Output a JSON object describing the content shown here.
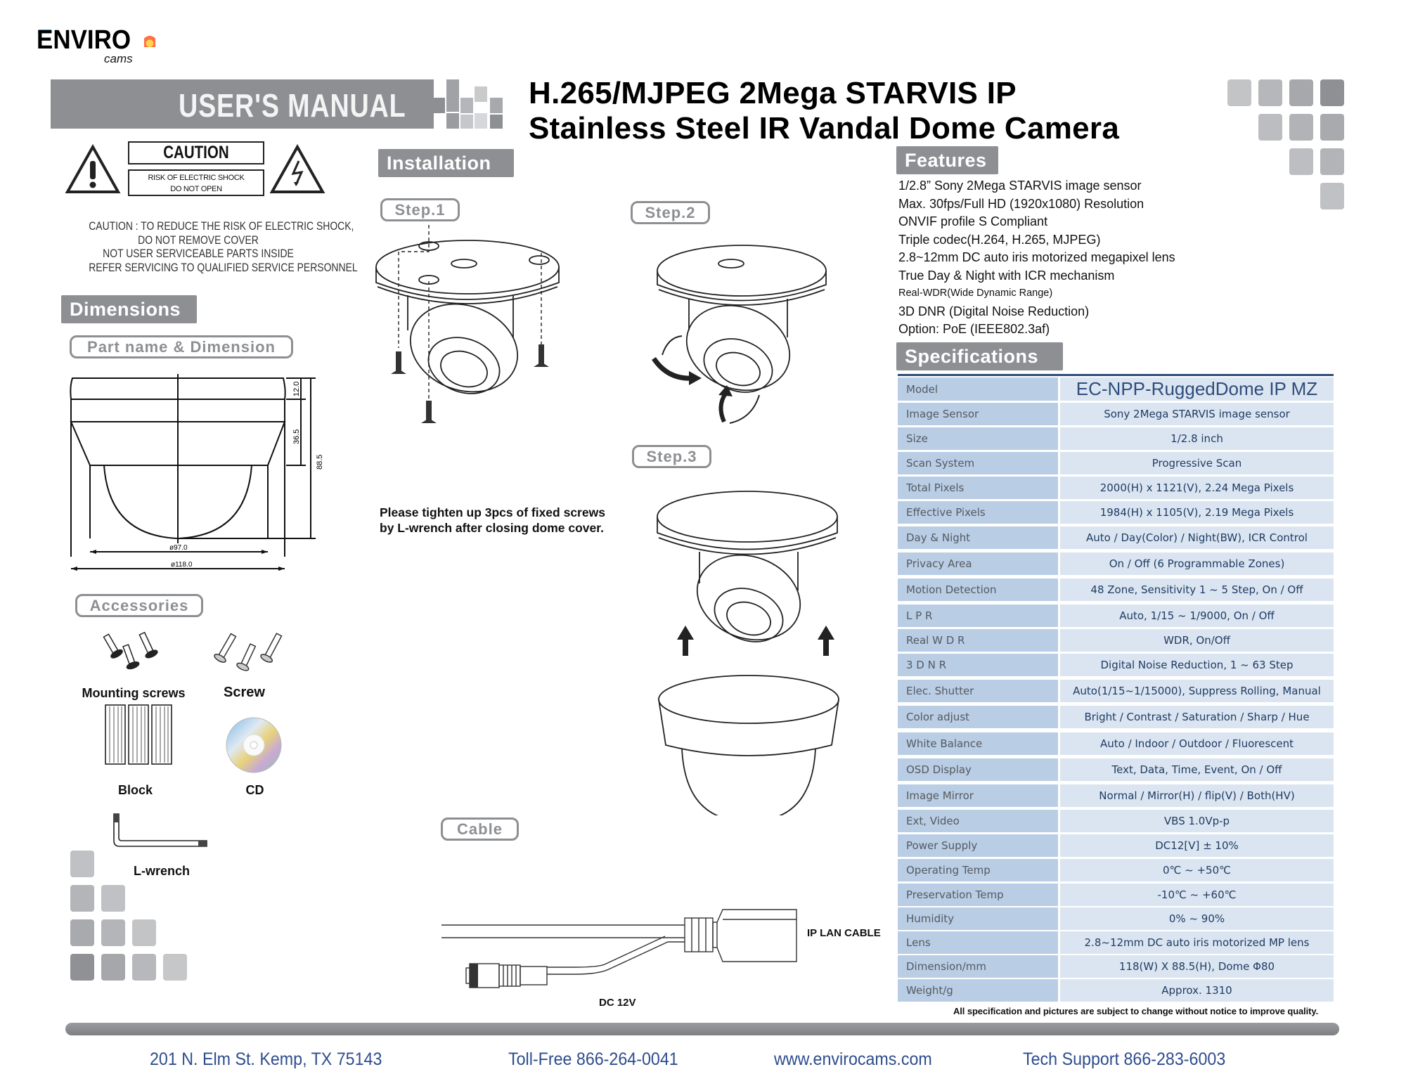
{
  "brand": {
    "logo_main": "ENVIRO",
    "logo_sub": "cams",
    "banner": "USER'S MANUAL",
    "colors": {
      "section_gray": "#8d8f93",
      "spec_key_bg": "#b9cde5",
      "spec_val_bg": "#dbe5f1",
      "spec_val_text": "#1f3b63",
      "footer_text": "#2e4d8e"
    }
  },
  "title": {
    "line1": "H.265/MJPEG 2Mega STARVIS IP",
    "line2": "Stainless Steel IR Vandal Dome Camera"
  },
  "caution": {
    "heading": "CAUTION",
    "risk_line1": "RISK OF ELECTRIC SHOCK",
    "risk_line2": "DO NOT OPEN",
    "text": [
      "CAUTION : TO REDUCE THE RISK OF ELECTRIC SHOCK,",
      "DO NOT REMOVE COVER",
      "NOT USER SERVICEABLE PARTS INSIDE",
      "REFER SERVICING TO QUALIFIED SERVICE PERSONNEL"
    ],
    "icons": [
      "exclamation-warning-icon",
      "electric-shock-warning-icon"
    ]
  },
  "dimensions": {
    "header": "Dimensions",
    "pill": "Part name & Dimension",
    "labels": {
      "h_top": "12.0",
      "h_mid": "36.5",
      "h_total": "88.5",
      "d_inner": "ø97.0",
      "d_outer": "ø118.0"
    }
  },
  "accessories": {
    "pill": "Accessories",
    "items": [
      {
        "label": "Mounting screws",
        "icon": "mounting-screws-icon"
      },
      {
        "label": "Screw",
        "icon": "screw-icon"
      },
      {
        "label": "Block",
        "icon": "block-anchor-icon"
      },
      {
        "label": "CD",
        "icon": "cd-icon"
      },
      {
        "label": "L-wrench",
        "icon": "l-wrench-icon"
      }
    ]
  },
  "installation": {
    "header": "Installation",
    "steps": [
      {
        "label": "Step.1"
      },
      {
        "label": "Step.2"
      },
      {
        "label": "Step.3"
      }
    ],
    "note_line1": "Please tighten up 3pcs of  fixed screws",
    "note_line2": "by L-wrench after closing dome cover."
  },
  "cable": {
    "pill": "Cable",
    "lan_label": "IP LAN CABLE",
    "dc_label": "DC 12V"
  },
  "features": {
    "header": "Features",
    "items": [
      "1/2.8”  Sony 2Mega STARVIS image sensor",
      "Max. 30fps/Full HD (1920x1080) Resolution",
      "ONVIF profile S Compliant",
      "Triple codec(H.264, H.265, MJPEG)",
      "2.8~12mm  DC auto iris motorized megapixel lens",
      "True Day & Night with ICR mechanism",
      "Real-WDR(Wide Dynamic Range)",
      "3D DNR (Digital Noise Reduction)",
      "Option: PoE (IEEE802.3af)"
    ]
  },
  "specifications": {
    "header": "Specifications",
    "rows": [
      {
        "key": "Model",
        "value": "EC-NPP-RuggedDome IP MZ"
      },
      {
        "key": "Image Sensor",
        "value": "Sony 2Mega STARVIS image sensor"
      },
      {
        "key": "Size",
        "value": "1/2.8 inch"
      },
      {
        "key": "Scan System",
        "value": "Progressive Scan"
      },
      {
        "key": "Total Pixels",
        "value": "2000(H) x 1121(V), 2.24 Mega Pixels"
      },
      {
        "key": "Effective Pixels",
        "value": "1984(H) x 1105(V), 2.19 Mega Pixels"
      },
      {
        "key": "Day & Night",
        "value": "Auto / Day(Color) / Night(BW), ICR Control"
      },
      {
        "key": "Privacy Area",
        "value": "On / Off (6 Programmable Zones)"
      },
      {
        "key": "Motion Detection",
        "value": "48 Zone, Sensitivity 1 ~ 5 Step, On / Off"
      },
      {
        "key": "L P R",
        "value": "Auto, 1/15 ~ 1/9000, On / Off"
      },
      {
        "key": "Real W D R",
        "value": "WDR, On/Off"
      },
      {
        "key": "3 D N R",
        "value": "Digital Noise Reduction, 1 ~ 63 Step"
      },
      {
        "key": "Elec. Shutter",
        "value": "Auto(1/15~1/15000), Suppress Rolling, Manual"
      },
      {
        "key": "Color adjust",
        "value": "Bright / Contrast / Saturation / Sharp / Hue"
      },
      {
        "key": "White Balance",
        "value": "Auto / Indoor / Outdoor / Fluorescent"
      },
      {
        "key": "OSD Display",
        "value": "Text, Data, Time, Event, On / Off"
      },
      {
        "key": "Image Mirror",
        "value": "Normal / Mirror(H) / flip(V) / Both(HV)"
      },
      {
        "key": "Ext, Video",
        "value": "VBS 1.0Vp-p"
      },
      {
        "key": "Power Supply",
        "value": "DC12[V] ± 10%"
      },
      {
        "key": "Operating Temp",
        "value": "0℃ ~ +50℃"
      },
      {
        "key": "Preservation Temp",
        "value": "-10℃ ~ +60℃"
      },
      {
        "key": "Humidity",
        "value": "0% ~ 90%"
      },
      {
        "key": "Lens",
        "value": "2.8~12mm DC auto  iris  motorized  MP lens"
      },
      {
        "key": "Dimension/mm",
        "value": "118(W) X 88.5(H), Dome Φ80"
      },
      {
        "key": "Weight/g",
        "value": "Approx. 1310"
      }
    ],
    "disclaimer": "All specification and pictures are subject to change without notice to improve quality."
  },
  "footer": {
    "address": "201 N. Elm St. Kemp, TX 75143",
    "toll_free": "Toll-Free 866-264-0041",
    "website": "www.envirocams.com",
    "tech_support": "Tech Support 866-283-6003"
  }
}
